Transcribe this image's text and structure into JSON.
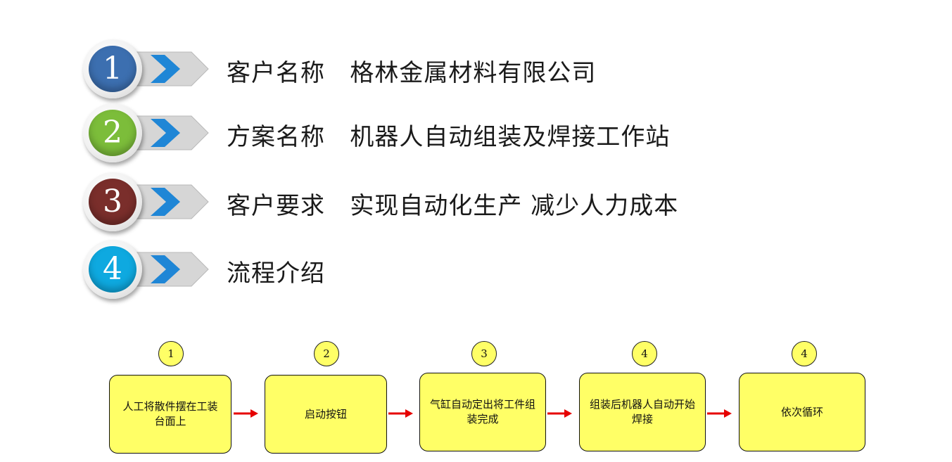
{
  "rows": [
    {
      "num": "1",
      "label": "客户名称   格林金属材料有限公司",
      "color": "#3c6fb0"
    },
    {
      "num": "2",
      "label": "方案名称   机器人自动组装及焊接工作站",
      "color": "#7cbd3a"
    },
    {
      "num": "3",
      "label": "客户要求   实现自动化生产 减少人力成本",
      "color": "#7a2e2b"
    },
    {
      "num": "4",
      "label": "流程介绍",
      "color": "#0ea9e0"
    }
  ],
  "flow": {
    "steps": [
      {
        "num": "1",
        "text": "人工将散件摆在工装台面上"
      },
      {
        "num": "2",
        "text": "启动按钮"
      },
      {
        "num": "3",
        "text": "气缸自动定出将工件组装完成"
      },
      {
        "num": "4",
        "text": "组装后机器人自动开始焊接"
      },
      {
        "num": "4",
        "text": "依次循环"
      }
    ],
    "step_color": "#ffff66",
    "arrow_color": "#e60000"
  },
  "icons": {
    "tab_arrow": "chevron-right-icon",
    "flow_arrow": "arrow-right-icon"
  }
}
